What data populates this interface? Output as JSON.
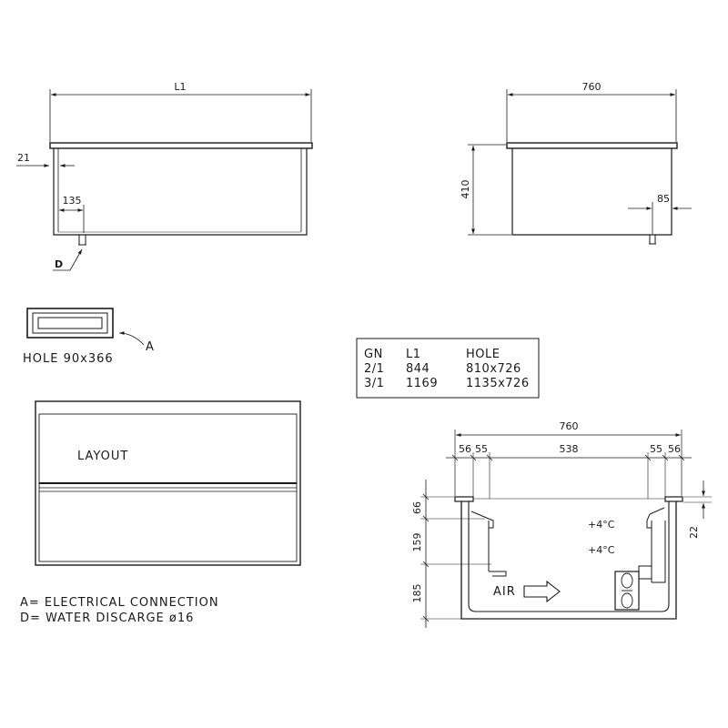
{
  "front_view": {
    "dim_length": "L1",
    "dim_edge": "21",
    "dim_drain_offset": "135",
    "callout_drain": "D"
  },
  "side_view": {
    "dim_width": "760",
    "dim_height": "410",
    "dim_drain_offset": "85"
  },
  "hole_detail": {
    "label": "HOLE 90x366",
    "callout": "A"
  },
  "spec_table": {
    "headers": [
      "GN",
      "L1",
      "HOLE"
    ],
    "rows": [
      [
        "2/1",
        "844",
        "810x726"
      ],
      [
        "3/1",
        "1169",
        "1135x726"
      ]
    ]
  },
  "layout_view": {
    "label": "LAYOUT"
  },
  "legend": {
    "a": "A= ELECTRICAL CONNECTION",
    "d": "D= WATER DISCARGE ø16"
  },
  "section_view": {
    "dim_total_width": "760",
    "dim_segments": [
      "56",
      "55",
      "538",
      "55",
      "56"
    ],
    "dim_heights": [
      "66",
      "159",
      "185"
    ],
    "dim_rim": "22",
    "temp_upper": "+4°C",
    "temp_lower": "+4°C",
    "air_label": "AIR"
  }
}
